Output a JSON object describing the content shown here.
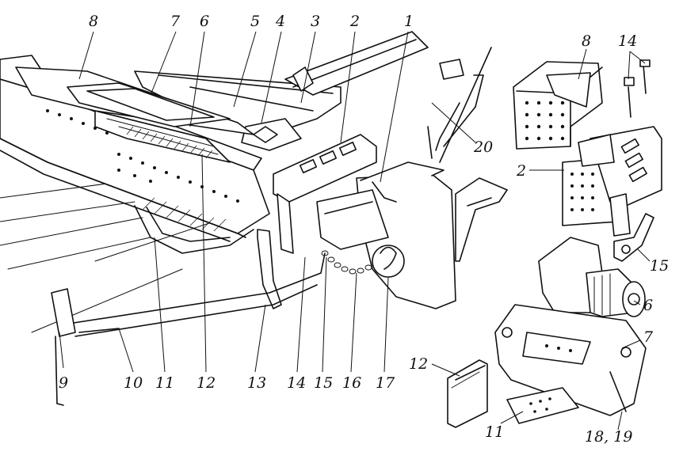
{
  "callouts": {
    "l8_top": "8",
    "l7_top": "7",
    "l6_top": "6",
    "l5": "5",
    "l4": "4",
    "l3": "3",
    "l2_top": "2",
    "l1": "1",
    "l8_right": "8",
    "l14_right": "14",
    "l20": "20",
    "l2_right": "2",
    "l15_right": "15",
    "l6_right": "6",
    "l7_right": "7",
    "l12_right": "12",
    "l11_right": "11",
    "l1819": "18, 19",
    "l9": "9",
    "l10": "10",
    "l11_bottom": "11",
    "l12_bottom": "12",
    "l13": "13",
    "l14_bottom": "14",
    "l15_bottom": "15",
    "l16": "16",
    "l17": "17"
  }
}
